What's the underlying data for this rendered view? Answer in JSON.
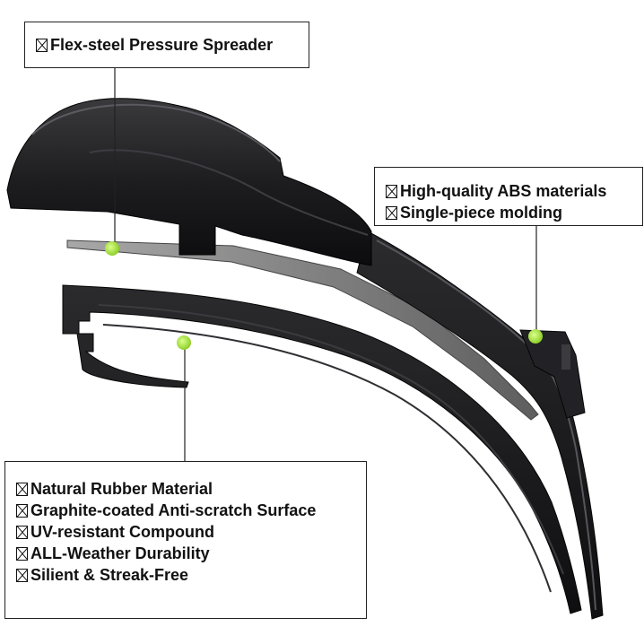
{
  "image": {
    "subject": "wiper-blade",
    "background_color": "#ffffff",
    "marker_color": "#b6e84a",
    "body_color": "#1c1c1e",
    "glyph_name": "box-x-icon"
  },
  "callouts": {
    "top": {
      "lines": [
        "Flex-steel Pressure Spreader"
      ]
    },
    "right": {
      "lines": [
        "High-quality ABS materials",
        "Single-piece molding"
      ]
    },
    "bottom": {
      "lines": [
        "Natural Rubber Material",
        "Graphite-coated Anti-scratch Surface",
        "UV-resistant Compound",
        "ALL-Weather Durability",
        "Silient & Streak-Free"
      ]
    }
  }
}
